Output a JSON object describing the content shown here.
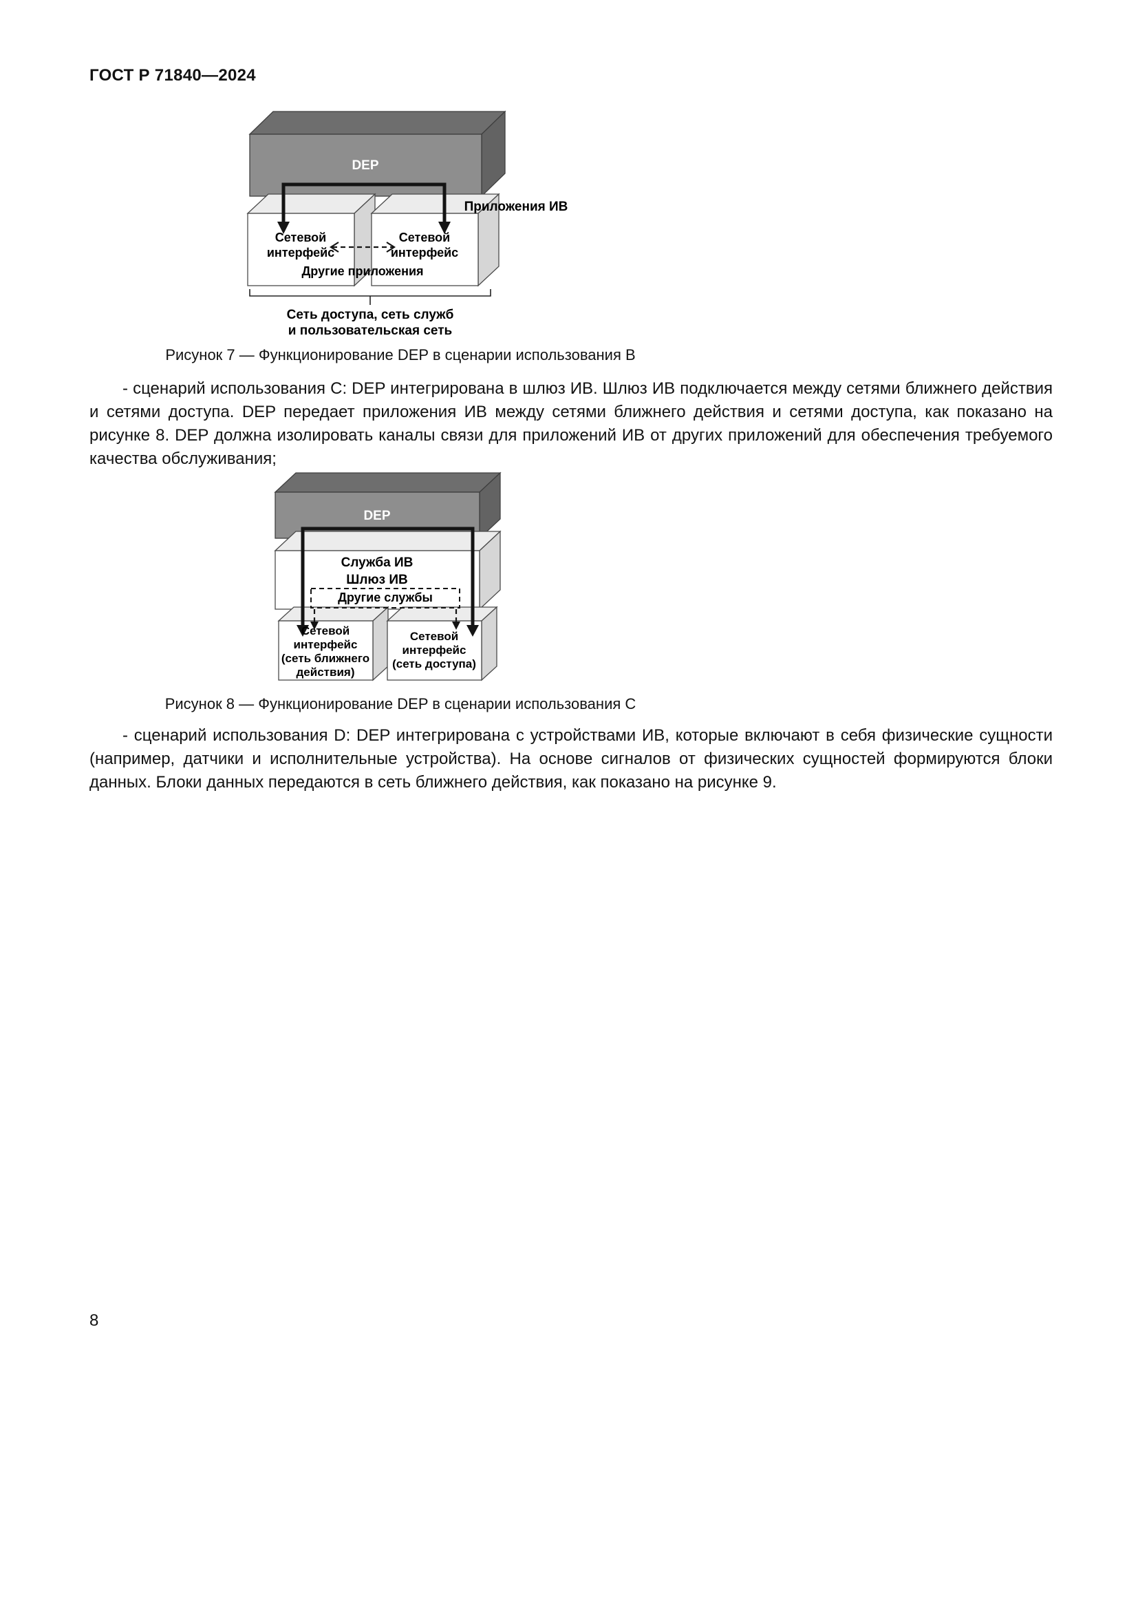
{
  "page": {
    "header": "ГОСТ Р 71840—2024",
    "number": "8"
  },
  "colors": {
    "dep_front": "#8e8e8e",
    "dep_top": "#6e6e6e",
    "dep_side": "#636363",
    "box_front": "#ffffff",
    "box_top": "#ececec",
    "box_side": "#d6d6d6",
    "line": "#141414"
  },
  "figure7": {
    "dep": "DEP",
    "iot_apps_label": "Приложения ИВ",
    "left_interface": {
      "line1": "Сетевой",
      "line2": "интерфейс"
    },
    "right_interface": {
      "line1": "Сетевой",
      "line2": "интерфейс"
    },
    "other_apps": "Другие приложения",
    "brace_label": {
      "line1": "Сеть доступа, сеть служб",
      "line2": "и пользовательская сеть"
    },
    "caption": "Рисунок 7 — Функционирование DEP в сценарии использования B"
  },
  "paragraphs": {
    "scenario_c": "- сценарий использования C: DEP интегрирована в шлюз ИВ. Шлюз ИВ подключается между сетями ближнего действия и сетями доступа. DEP передает приложения ИВ между сетями ближнего действия и сетями доступа, как показано на рисунке 8. DEP должна изолировать каналы связи для приложений ИВ от других приложений для обеспечения требуемого качества обслуживания;",
    "scenario_d": "- сценарий использования D: DEP интегрирована с устройствами ИВ, которые включают в себя физические сущности (например, датчики и исполнительные устройства). На основе сигналов от физических сущностей формируются блоки данных. Блоки данных передаются в сеть ближнего действия, как показано на рисунке 9."
  },
  "figure8": {
    "dep": "DEP",
    "iot_service": "Служба ИВ",
    "iot_gateway": "Шлюз ИВ",
    "other_services": "Другие службы",
    "left_interface": {
      "line1": "Сетевой",
      "line2": "интерфейс",
      "line3": "(сеть ближнего",
      "line4": "действия)"
    },
    "right_interface": {
      "line1": "Сетевой",
      "line2": "интерфейс",
      "line3": "(сеть доступа)"
    },
    "caption": "Рисунок 8 — Функционирование DEP в сценарии использования C"
  }
}
